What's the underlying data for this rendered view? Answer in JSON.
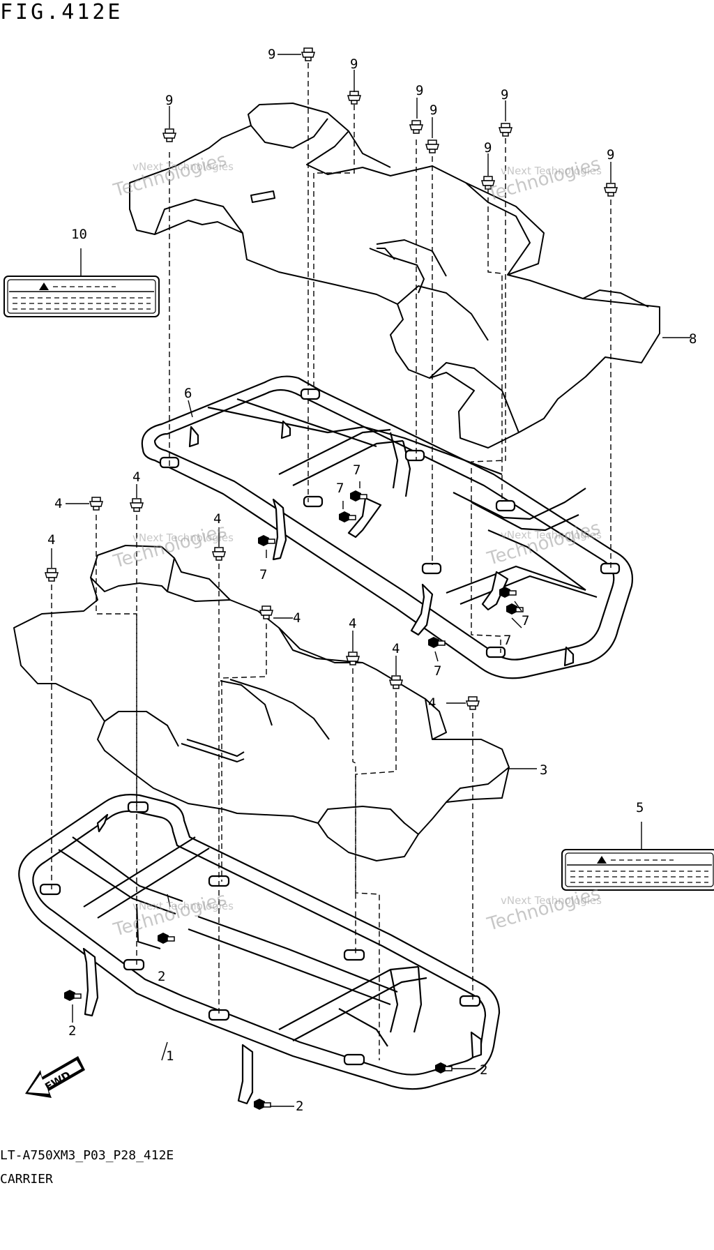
{
  "figure": {
    "title": "FIG.412E",
    "code": "LT-A750XM3_P03_P28_412E",
    "name": "CARRIER"
  },
  "watermark": {
    "line1": "vNext Technologies",
    "line2": "Technologies"
  },
  "callouts": {
    "c1": "1",
    "c2": "2",
    "c3": "3",
    "c4": "4",
    "c5": "5",
    "c6": "6",
    "c7": "7",
    "c8": "8",
    "c9": "9",
    "c10": "10"
  },
  "direction_label": "FWD"
}
